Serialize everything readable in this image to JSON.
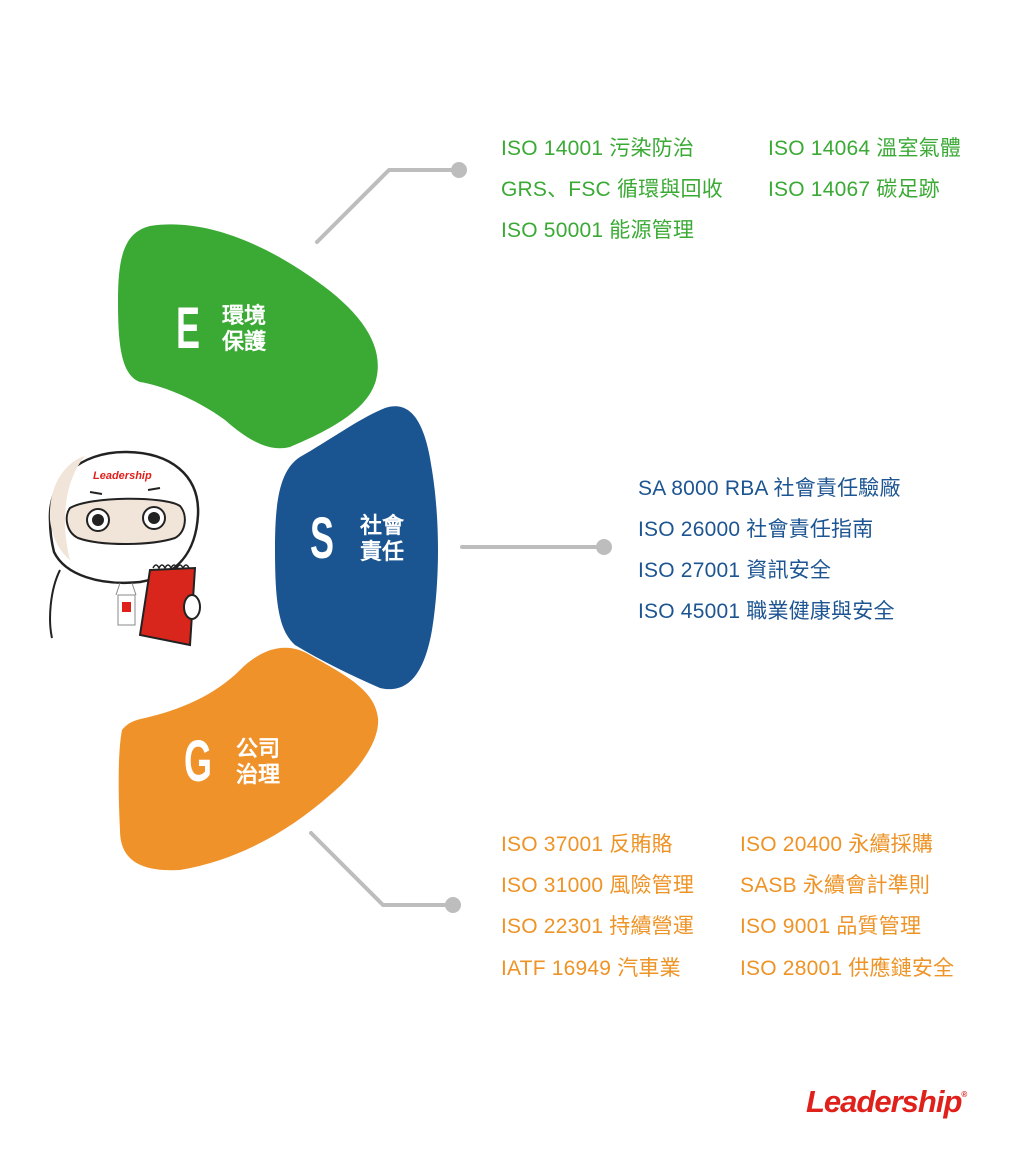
{
  "panels": {
    "e": {
      "letter": "E",
      "line1": "環境",
      "line2": "保護",
      "color": "#3aaa35"
    },
    "s": {
      "letter": "S",
      "line1": "社會",
      "line2": "責任",
      "color": "#1a5491"
    },
    "g": {
      "letter": "G",
      "line1": "公司",
      "line2": "治理",
      "color": "#f0922a"
    }
  },
  "environment_items": [
    "ISO 14001 污染防治",
    "GRS、FSC 循環與回收",
    "ISO 50001 能源管理",
    "ISO 14064 溫室氣體",
    "ISO 14067 碳足跡"
  ],
  "social_items": [
    "SA 8000 RBA 社會責任驗廠",
    "ISO 26000 社會責任指南",
    "ISO 27001 資訊安全",
    "ISO 45001 職業健康與安全"
  ],
  "governance_items": [
    "ISO 37001 反賄賂",
    "ISO 31000 風險管理",
    "ISO 22301 持續營運",
    "IATF 16949 汽車業",
    "ISO 20400 永續採購",
    "SASB 永續會計準則",
    "ISO 9001 品質管理",
    "ISO 28001 供應鏈安全"
  ],
  "mascot": {
    "badge_text": "Leadership"
  },
  "logo": {
    "text": "Leadership",
    "mark": "®",
    "color": "#e0201b"
  },
  "connector_color": "#bdbdbd"
}
